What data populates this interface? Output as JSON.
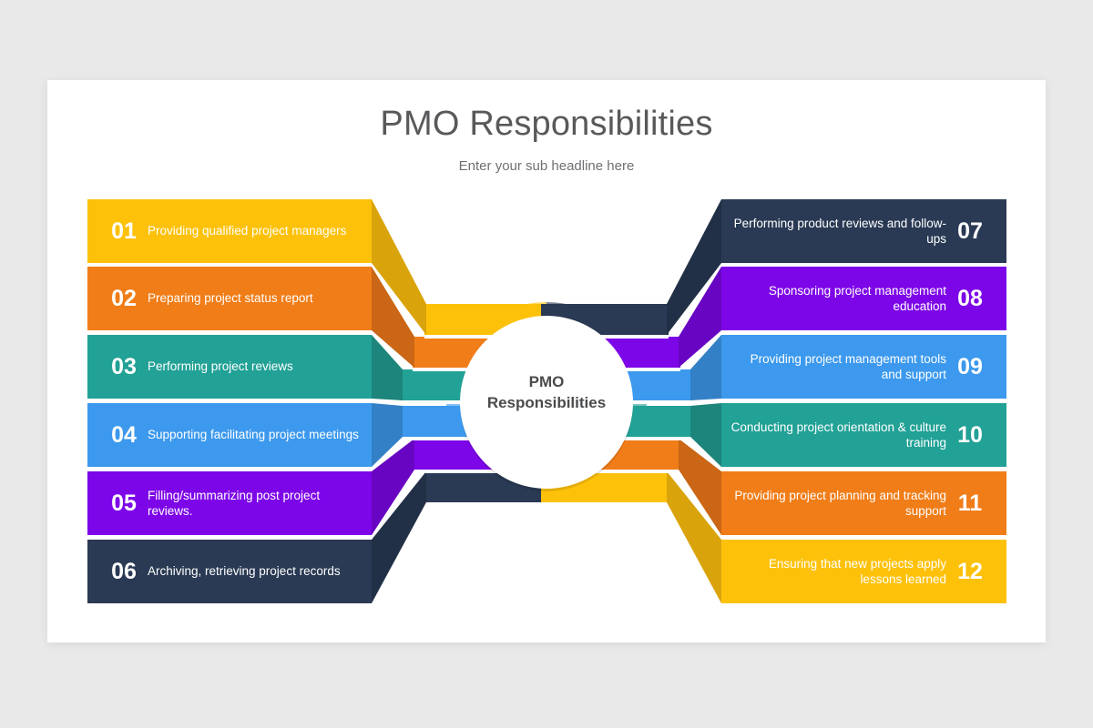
{
  "header": {
    "title": "PMO Responsibilities",
    "subtitle": "Enter your sub headline here"
  },
  "hub": {
    "line1": "PMO",
    "line2": "Responsibilities"
  },
  "colors": {
    "background": "#e9e9e9",
    "card": "#ffffff",
    "title_text": "#58595b",
    "subtitle_text": "#6f7073",
    "hub_text": "#4a4b4d",
    "yellow": "#fdc10a",
    "orange": "#f07d18",
    "teal": "#22a196",
    "blue": "#3c99ee",
    "purple": "#7d06e8",
    "navy": "#2a3a54"
  },
  "left_items": [
    {
      "number": "01",
      "text": "Providing qualified project managers",
      "color": "#fdc10a",
      "fold": "#d9a30b"
    },
    {
      "number": "02",
      "text": "Preparing project status report",
      "color": "#f07d18",
      "fold": "#ca6615"
    },
    {
      "number": "03",
      "text": "Performing project reviews",
      "color": "#22a196",
      "fold": "#1d857c"
    },
    {
      "number": "04",
      "text": "Supporting facilitating project meetings",
      "color": "#3c99ee",
      "fold": "#3380c6"
    },
    {
      "number": "05",
      "text": "Filling/summarizing post project reviews.",
      "color": "#7d06e8",
      "fold": "#6805c2"
    },
    {
      "number": "06",
      "text": "Archiving, retrieving project records",
      "color": "#2a3a54",
      "fold": "#223047"
    }
  ],
  "right_items": [
    {
      "number": "07",
      "text": "Performing product reviews and follow-ups",
      "color": "#2a3a54",
      "fold": "#223047"
    },
    {
      "number": "08",
      "text": "Sponsoring project management education",
      "color": "#7d06e8",
      "fold": "#6805c2"
    },
    {
      "number": "09",
      "text": "Providing project management tools and support",
      "color": "#3c99ee",
      "fold": "#3380c6"
    },
    {
      "number": "10",
      "text": "Conducting project orientation & culture training",
      "color": "#22a196",
      "fold": "#1d857c"
    },
    {
      "number": "11",
      "text": "Providing project planning and tracking support",
      "color": "#f07d18",
      "fold": "#ca6615"
    },
    {
      "number": "12",
      "text": "Ensuring that new projects apply lessons learned",
      "color": "#fdc10a",
      "fold": "#d9a30b"
    }
  ]
}
